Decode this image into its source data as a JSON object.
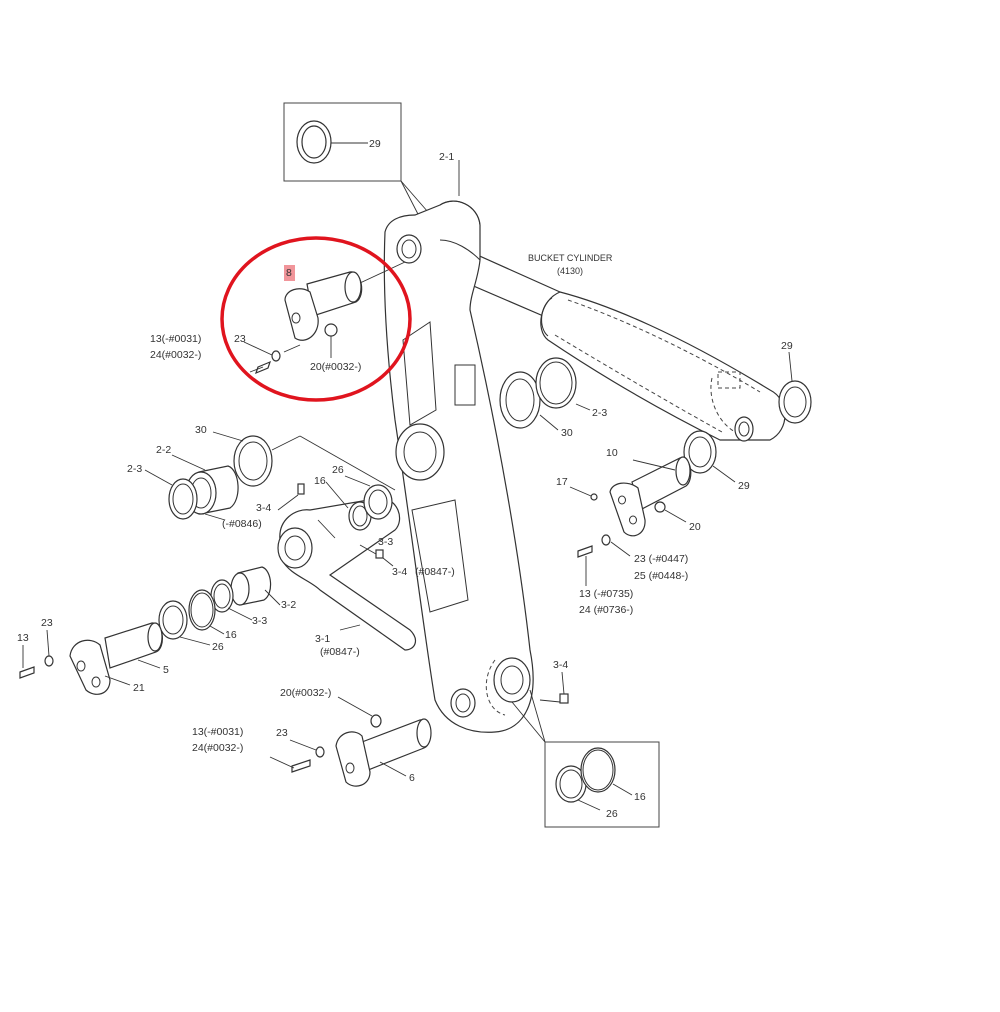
{
  "diagram": {
    "cylinder_label": "BUCKET CYLINDER",
    "cylinder_code": "(4130)",
    "highlight_color": "#e0141e",
    "part_labels": {
      "p_2_1": "2-1",
      "p_29_box": "29",
      "p_8": "8",
      "p_13_top": "13(-#0031)",
      "p_24_top": "24(#0032-)",
      "p_23_top": "23",
      "p_20_top": "20(#0032-)",
      "p_29_right": "29",
      "p_23_right": "2-3",
      "p_30_mid": "30",
      "p_29_lower": "29",
      "p_10": "10",
      "p_17": "17",
      "p_20_right": "20",
      "p_23_0447": "23  (-#0447)",
      "p_25_0448": "25  (#0448-)",
      "p_13_0735": "13  (-#0735)",
      "p_24_0736": "24  (#0736-)",
      "p_30_left": "30",
      "p_22": "2-2",
      "p_23_left": "2-3",
      "p_0846": "(-#0846)",
      "p_34_a": "3-4",
      "p_16_a": "16",
      "p_26_a": "26",
      "p_33_a": "3-3",
      "p_34_b": "3-4",
      "p_0847_a": "(#0847-)",
      "p_32": "3-2",
      "p_33_b": "3-3",
      "p_16_b": "16",
      "p_26_b": "26",
      "p_31": "3-1",
      "p_0847_b": "(#0847-)",
      "p_13_left": "13",
      "p_23_left2": "23",
      "p_5": "5",
      "p_21": "21",
      "p_34_c": "3-4",
      "p_20_bottom": "20(#0032-)",
      "p_13_bottom": "13(-#0031)",
      "p_24_bottom": "24(#0032-)",
      "p_23_bottom": "23",
      "p_6": "6",
      "p_16_box": "16",
      "p_26_box": "26"
    }
  }
}
